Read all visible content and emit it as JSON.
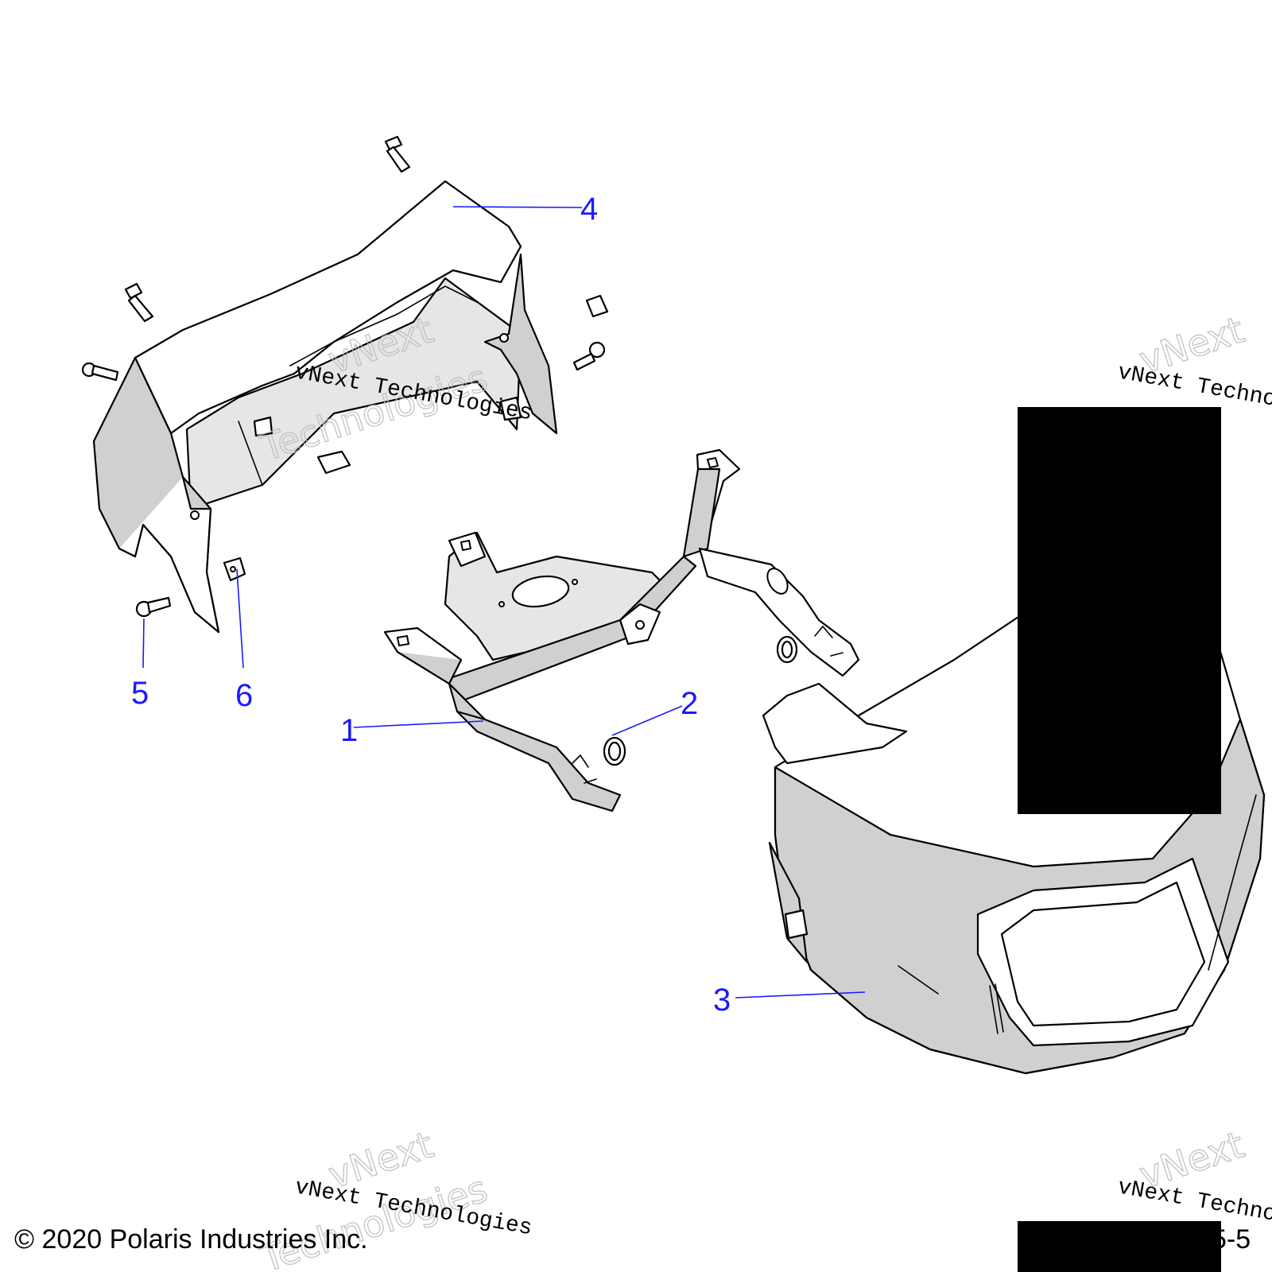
{
  "callouts": [
    {
      "id": "1",
      "label": "1"
    },
    {
      "id": "2",
      "label": "2"
    },
    {
      "id": "3",
      "label": "3"
    },
    {
      "id": "4",
      "label": "4"
    },
    {
      "id": "5",
      "label": "5"
    },
    {
      "id": "6",
      "label": "6"
    }
  ],
  "watermark": {
    "brand": "vNext",
    "word": "Technologies",
    "full": "vNext Technologies",
    "full_cut": "vNext Techno"
  },
  "footer": {
    "copyright": "© 2020 Polaris Industries Inc.",
    "figure_id_visible": "5-5"
  },
  "colors": {
    "callout": "#1a1aff",
    "part_shade": "#d0d0d0",
    "redaction": "#000000"
  }
}
